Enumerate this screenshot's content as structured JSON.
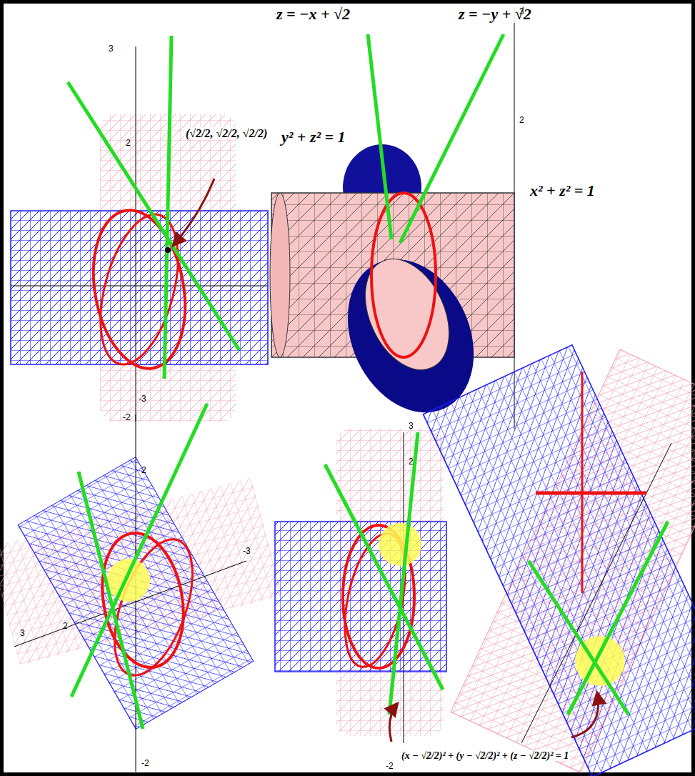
{
  "diagram": {
    "labels": [
      "z = −x + √2",
      "z = −y + √2",
      "y² + z² = 1",
      "x² + z² = 1",
      "(√2/2, √2/2, √2/2)",
      "(x − √2/2)² + (y − √2/2)² + (z − √2/2)² = 1",
      "3",
      "2",
      "-3",
      "3",
      "2",
      "-2",
      "2",
      "3",
      "2",
      "-3",
      "-2",
      "3",
      "2",
      "-2"
    ]
  }
}
